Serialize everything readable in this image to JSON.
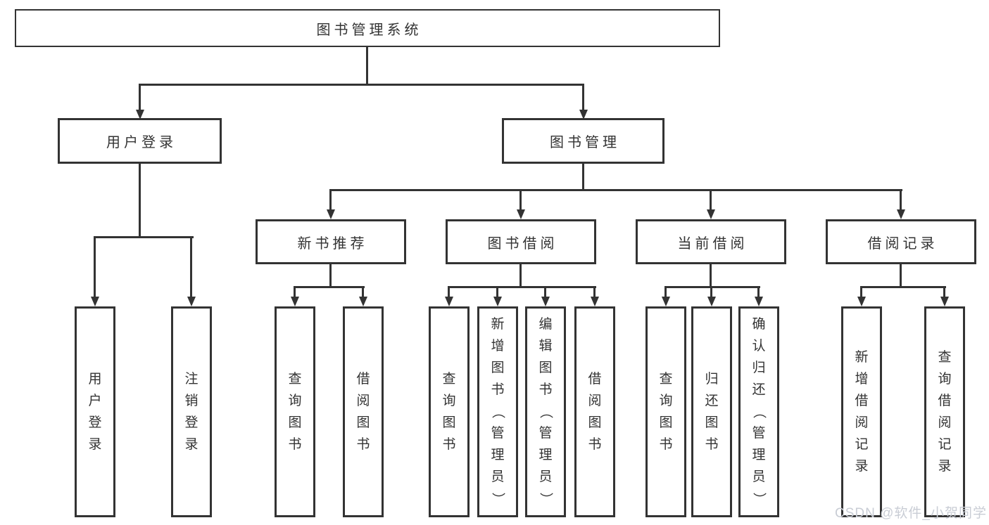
{
  "diagram": {
    "root": {
      "label": "图书管理系统"
    },
    "level2": [
      {
        "label": "用户登录"
      },
      {
        "label": "图书管理"
      }
    ],
    "level3": [
      {
        "label": "新书推荐"
      },
      {
        "label": "图书借阅"
      },
      {
        "label": "当前借阅"
      },
      {
        "label": "借阅记录"
      }
    ],
    "leaves": {
      "user": [
        "用户登录",
        "注销登录"
      ],
      "recommend": [
        "查询图书",
        "借阅图书"
      ],
      "borrow": [
        "查询图书",
        "新增图书（管理员）",
        "编辑图书（管理员）",
        "借阅图书"
      ],
      "current": [
        "查询图书",
        "归还图书",
        "确认归还（管理员）"
      ],
      "records": [
        "新增借阅记录",
        "查询借阅记录"
      ]
    }
  },
  "watermark": {
    "text": "CSDN @软件_小贺同学"
  },
  "colors": {
    "line": "#333333",
    "text": "#333333",
    "watermark": "#c9cdd5",
    "background": "#ffffff"
  }
}
